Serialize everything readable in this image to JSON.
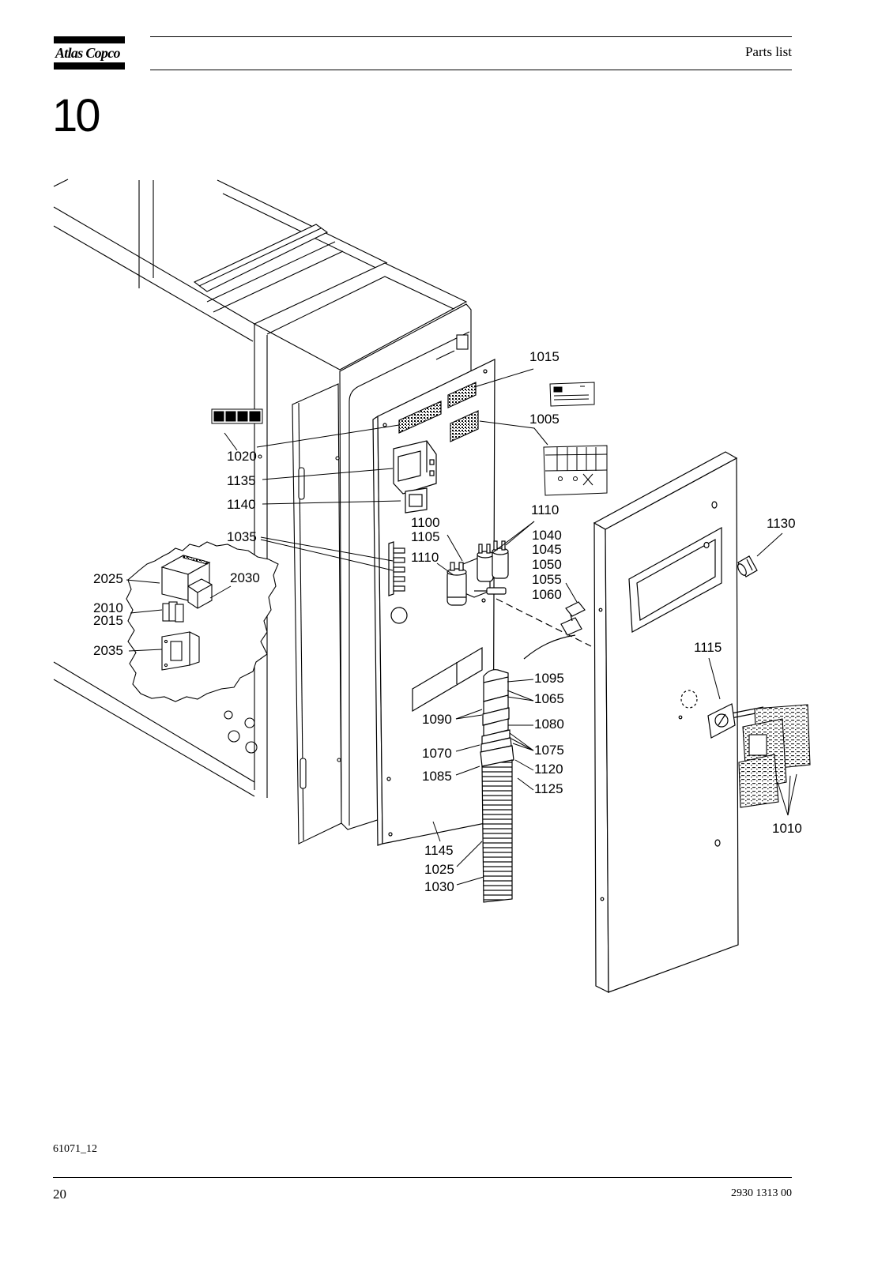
{
  "header": {
    "brand": "Atlas Copco",
    "section_title": "Parts list"
  },
  "chapter_number": "10",
  "diagram": {
    "callouts": [
      "1015",
      "1005",
      "1020",
      "1135",
      "1140",
      "1035",
      "1100",
      "1105",
      "1110",
      "1110",
      "1040",
      "1045",
      "1050",
      "1055",
      "1060",
      "1130",
      "2025",
      "2030",
      "2010",
      "2015",
      "2035",
      "1115",
      "1095",
      "1065",
      "1090",
      "1080",
      "1075",
      "1070",
      "1120",
      "1085",
      "1125",
      "1010",
      "1145",
      "1025",
      "1030"
    ]
  },
  "figure_ref": "61071_12",
  "footer": {
    "page_number": "20",
    "doc_number": "2930 1313 00"
  }
}
